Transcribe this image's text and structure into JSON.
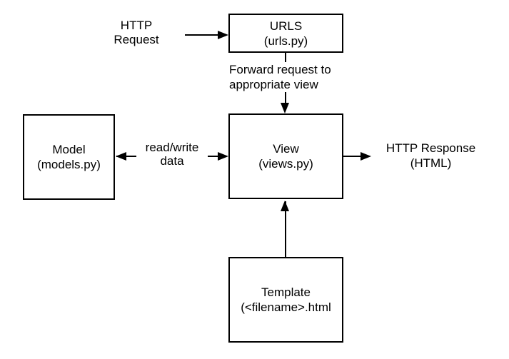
{
  "diagram": {
    "background_color": "#ffffff",
    "stroke_color": "#000000",
    "nodes": {
      "urls": {
        "title": "URLS",
        "subtitle": "(urls.py)"
      },
      "model": {
        "title": "Model",
        "subtitle": "(models.py)"
      },
      "view": {
        "title": "View",
        "subtitle": "(views.py)"
      },
      "template": {
        "title": "Template",
        "subtitle": "(<filename>.html"
      }
    },
    "labels": {
      "http_request": {
        "line1": "HTTP",
        "line2": "Request"
      },
      "forward": {
        "line1": "Forward request to",
        "line2": "appropriate view"
      },
      "read_write": {
        "line1": "read/write",
        "line2": "data"
      },
      "http_response": {
        "line1": "HTTP Response",
        "line2": "(HTML)"
      }
    },
    "arrows": [
      "http-request-to-urls",
      "urls-to-view",
      "model-view-bidirectional",
      "view-to-http-response",
      "template-to-view"
    ]
  }
}
